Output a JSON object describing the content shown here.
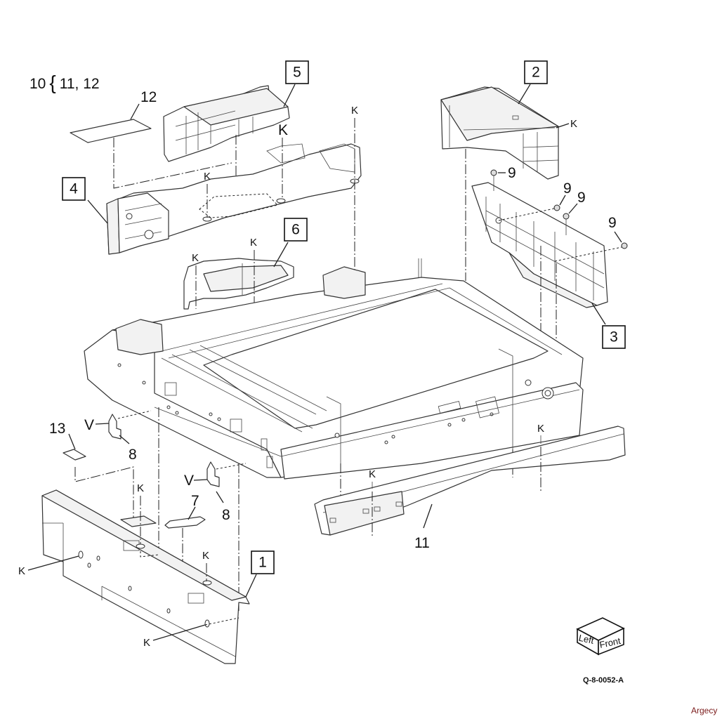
{
  "diagram": {
    "type": "exploded-parts-diagram",
    "kit_legend": {
      "kit_number": "10",
      "brace": "{",
      "contents": "11, 12"
    },
    "boxed_callouts": [
      {
        "id": "1",
        "label": "1"
      },
      {
        "id": "2",
        "label": "2"
      },
      {
        "id": "3",
        "label": "3"
      },
      {
        "id": "4",
        "label": "4"
      },
      {
        "id": "5",
        "label": "5"
      },
      {
        "id": "6",
        "label": "6"
      }
    ],
    "plain_callouts": [
      {
        "id": "7",
        "label": "7"
      },
      {
        "id": "8a",
        "label": "8"
      },
      {
        "id": "8b",
        "label": "8"
      },
      {
        "id": "9a",
        "label": "9"
      },
      {
        "id": "9b",
        "label": "9"
      },
      {
        "id": "9c",
        "label": "9"
      },
      {
        "id": "9d",
        "label": "9"
      },
      {
        "id": "11",
        "label": "11"
      },
      {
        "id": "12",
        "label": "12"
      },
      {
        "id": "13",
        "label": "13"
      }
    ],
    "fastener_markers": {
      "k": "K",
      "v": "V"
    },
    "orientation_cube": {
      "left_face": "Left",
      "front_face": "Front"
    },
    "drawing_code": "Q-8-0052-A",
    "watermark": "Argecy"
  }
}
